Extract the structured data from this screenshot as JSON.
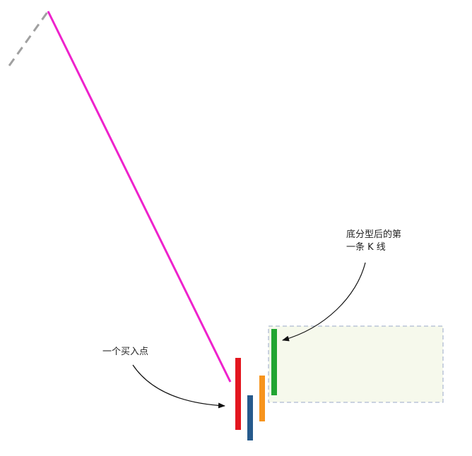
{
  "labels": {
    "buy_point": "一个买入点",
    "first_bar_line1": "底分型后的第",
    "first_bar_line2": "一条 K 线"
  },
  "colors": {
    "trend_line": "#ee22cc",
    "dashed_line": "#a0a0a0",
    "bar_red": "#e3161f",
    "bar_blue": "#265a8c",
    "bar_orange": "#f7941d",
    "bar_green": "#22a532",
    "highlight_fill": "#f6f9ec",
    "highlight_border": "#9aa8c8",
    "arrow": "#111111"
  }
}
